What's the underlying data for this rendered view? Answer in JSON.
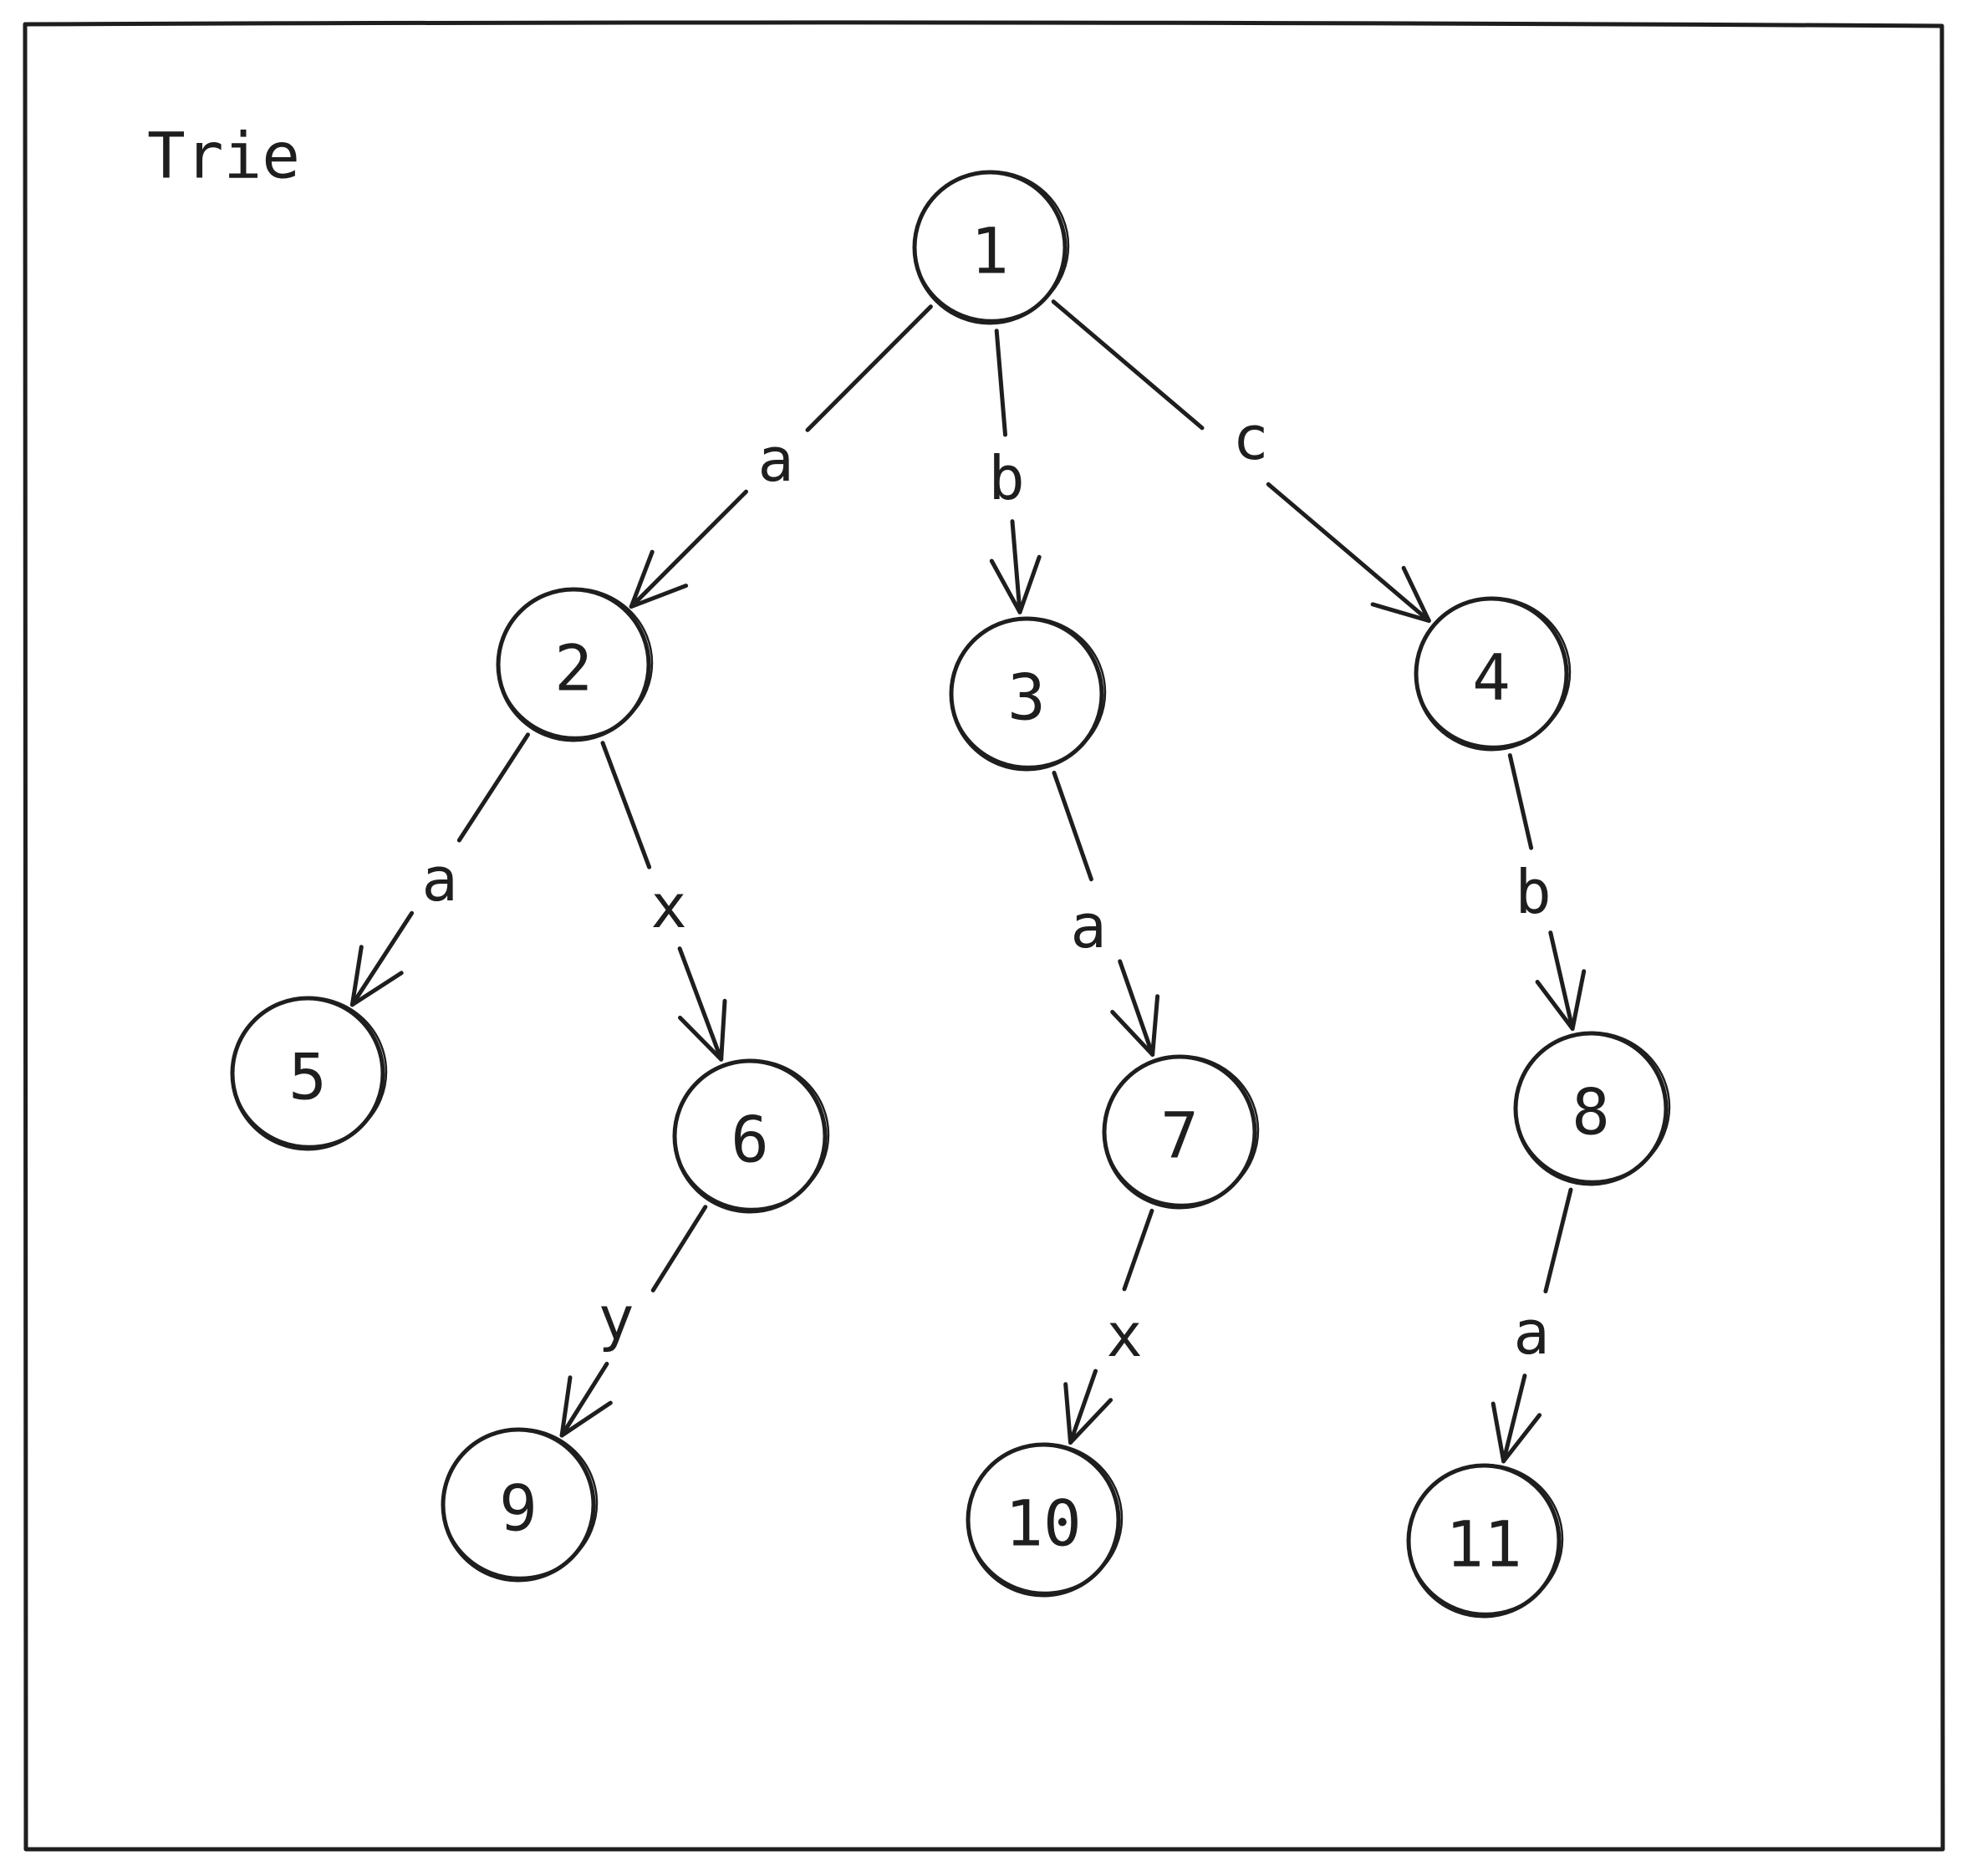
{
  "title": "Trie",
  "colors": {
    "stroke": "#1e1e1e",
    "background": "#ffffff"
  },
  "nodes": [
    {
      "id": "1",
      "label": "1"
    },
    {
      "id": "2",
      "label": "2"
    },
    {
      "id": "3",
      "label": "3"
    },
    {
      "id": "4",
      "label": "4"
    },
    {
      "id": "5",
      "label": "5"
    },
    {
      "id": "6",
      "label": "6"
    },
    {
      "id": "7",
      "label": "7"
    },
    {
      "id": "8",
      "label": "8"
    },
    {
      "id": "9",
      "label": "9"
    },
    {
      "id": "10",
      "label": "10"
    },
    {
      "id": "11",
      "label": "11"
    }
  ],
  "edges": [
    {
      "from": "1",
      "to": "2",
      "label": "a"
    },
    {
      "from": "1",
      "to": "3",
      "label": "b"
    },
    {
      "from": "1",
      "to": "4",
      "label": "c"
    },
    {
      "from": "2",
      "to": "5",
      "label": "a"
    },
    {
      "from": "2",
      "to": "6",
      "label": "x"
    },
    {
      "from": "3",
      "to": "7",
      "label": "a"
    },
    {
      "from": "4",
      "to": "8",
      "label": "b"
    },
    {
      "from": "6",
      "to": "9",
      "label": "y"
    },
    {
      "from": "7",
      "to": "10",
      "label": "x"
    },
    {
      "from": "8",
      "to": "11",
      "label": "a"
    }
  ]
}
